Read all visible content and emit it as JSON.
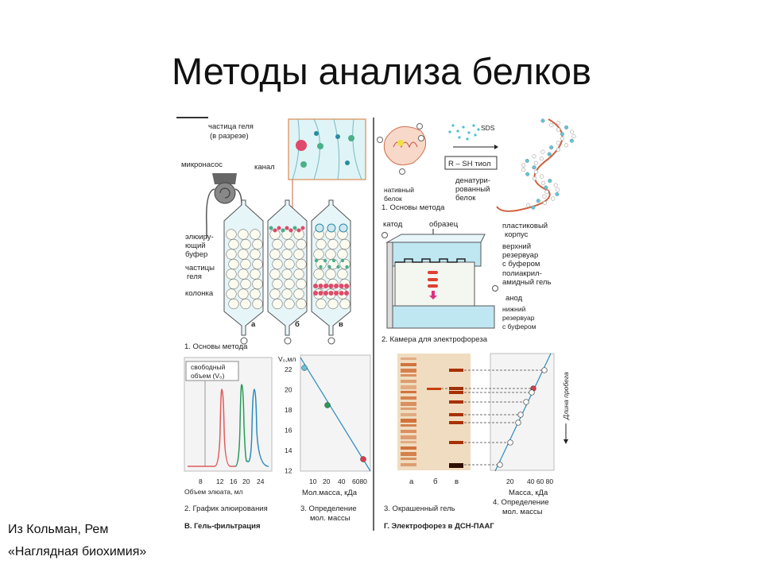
{
  "slide": {
    "title": "Методы анализа белков",
    "caption_line1": "Из Кольман, Рем",
    "caption_line2": "«Наглядная биохимия»"
  },
  "gel_filtration": {
    "gel_particle_section": [
      "частица геля",
      "(в разрезе)"
    ],
    "micropump": "микронасос",
    "channel": "канал",
    "eluting_buffer": [
      "элюиру-",
      "ющий",
      "буфер"
    ],
    "gel_particles": [
      "частицы",
      "геля"
    ],
    "column": "колонка",
    "column_labels": [
      "а",
      "б",
      "в"
    ],
    "step1": "1. Основы метода",
    "elution_chart": {
      "void_volume": [
        "свободный",
        "объем (V₀)"
      ],
      "x_ticks": [
        "8",
        "12",
        "16",
        "20",
        "24"
      ],
      "xlabel": "Объем элюата, мл",
      "caption": "2. График элюирования",
      "colors": {
        "void": "#999999",
        "red": "#e05a5a",
        "green": "#2a9a5a",
        "blue": "#2a8ac0"
      }
    },
    "mass_chart": {
      "ylabel": "V₀,мл",
      "y_ticks": [
        "22",
        "20",
        "18",
        "16",
        "14",
        "12"
      ],
      "x_ticks": [
        "10",
        "20",
        "40",
        "6080"
      ],
      "xlabel": "Мол.масса, кДа",
      "caption": [
        "3. Определение",
        "мол. массы"
      ]
    },
    "section_title": "В. Гель-фильтрация"
  },
  "electrophoresis": {
    "native_protein": [
      "нативный",
      "белок"
    ],
    "sds": "SDS",
    "thiol": "R – SH тиол",
    "denatured_protein": [
      "денатури-",
      "рованный",
      "белок"
    ],
    "step1": "1. Основы метода",
    "cathode": "катод",
    "sample": "образец",
    "plastic_case": [
      "пластиковый",
      "корпус"
    ],
    "upper_reservoir": [
      "верхний",
      "резервуар",
      "с буфером"
    ],
    "gel": [
      "полиакрил-",
      "амидный гель"
    ],
    "anode": "анод",
    "lower_reservoir": [
      "нижний",
      "резервуар",
      "с буфером"
    ],
    "step2": "2. Камера для электрофореза",
    "lane_labels": [
      "а",
      "б",
      "в"
    ],
    "step3": "3. Окрашенный гель",
    "mass_chart": {
      "x_ticks": [
        "20",
        "40 60 80"
      ],
      "xlabel": "Масса, кДа",
      "ylabel": "Длина пробега",
      "caption": [
        "4. Определение",
        "мол. массы"
      ]
    },
    "section_title": "Г. Электрофорез в ДСН-ПААГ"
  }
}
